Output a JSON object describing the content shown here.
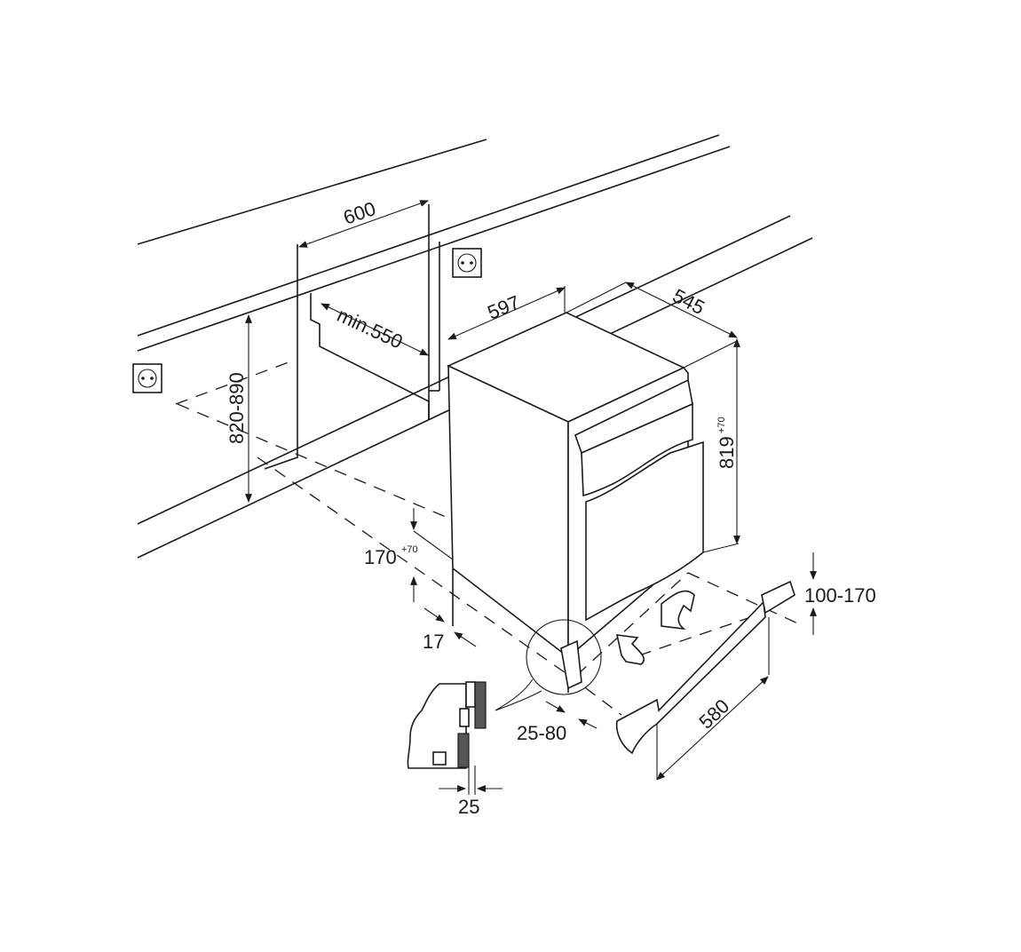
{
  "dimensions": {
    "width_600": "600",
    "min_550": "min.550",
    "width_597": "597",
    "depth_545": "545",
    "height_819": "819",
    "height_819_tol": "+70",
    "height_820_890": "820-890",
    "plinth_170": "170",
    "plinth_170_tol": "+70",
    "gap_17": "17",
    "door_25_80": "25-80",
    "door_25": "25",
    "kick_580": "580",
    "kick_100_170": "100-170"
  }
}
